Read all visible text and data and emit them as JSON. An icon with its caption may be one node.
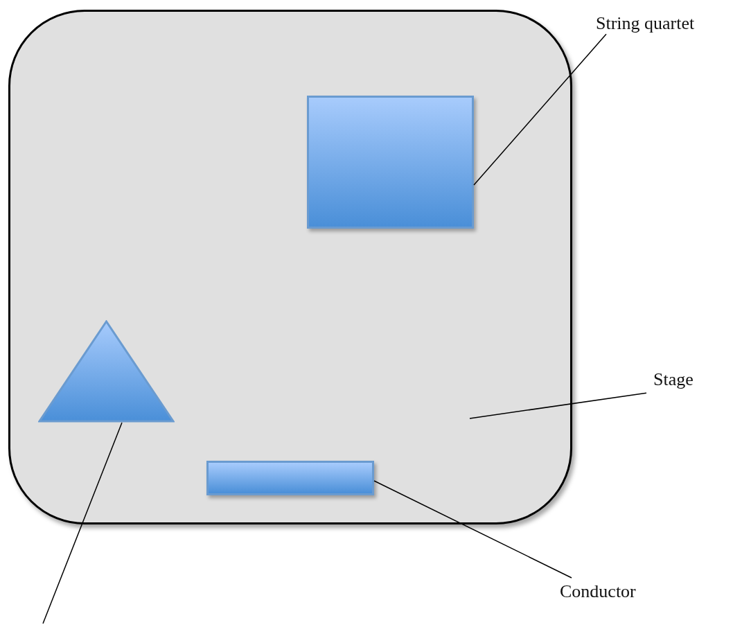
{
  "diagram": {
    "nodes": [
      {
        "text": [],
        "shape": "box"
      },
      {
        "text": [],
        "shape": "box",
        "in": 0
      },
      {
        "text": [],
        "shape": "triangle",
        "in": 0
      },
      {
        "text": [],
        "shape": "bar",
        "in": 0
      },
      {
        "text": [
          "String quartet"
        ]
      },
      {
        "text": [
          "Stage"
        ]
      },
      {
        "text": [
          "Conductor"
        ]
      }
    ],
    "edges": [
      {
        "from": 4,
        "to": 1,
        "arrow": "none"
      },
      {
        "from": 5,
        "to": 0,
        "arrow": "none"
      },
      {
        "from": 6,
        "to": 3,
        "arrow": "none"
      },
      {
        "from": null,
        "to": 2,
        "arrow": "none"
      }
    ]
  }
}
